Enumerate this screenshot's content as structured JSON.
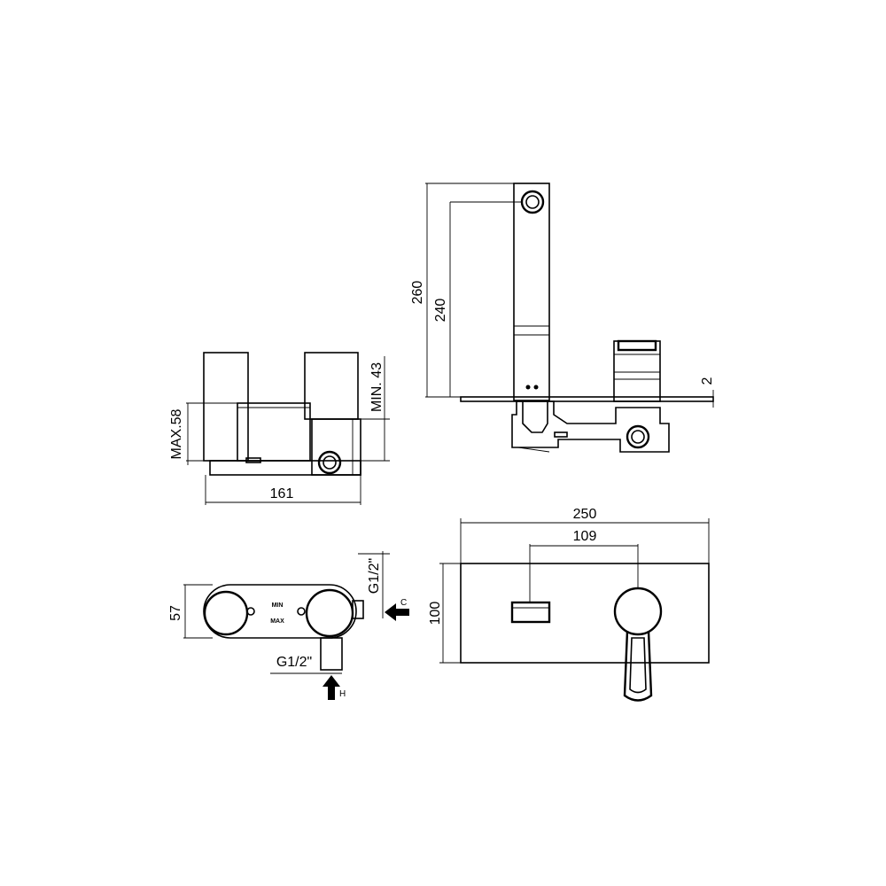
{
  "drawing": {
    "dimensions": {
      "overall_height": "260",
      "spout_height": "240",
      "plate_thickness": "2",
      "min_depth": "MIN. 43",
      "max_depth": "MAX.58",
      "body_width": "161",
      "plate_width": "250",
      "handle_spacing": "109",
      "plate_height": "100",
      "body_depth": "57",
      "thread_cold": "G1/2\"",
      "thread_hot": "G1/2\""
    },
    "labels": {
      "cold": "C",
      "hot": "H",
      "min_mark": "MIN",
      "max_mark": "MAX"
    }
  }
}
